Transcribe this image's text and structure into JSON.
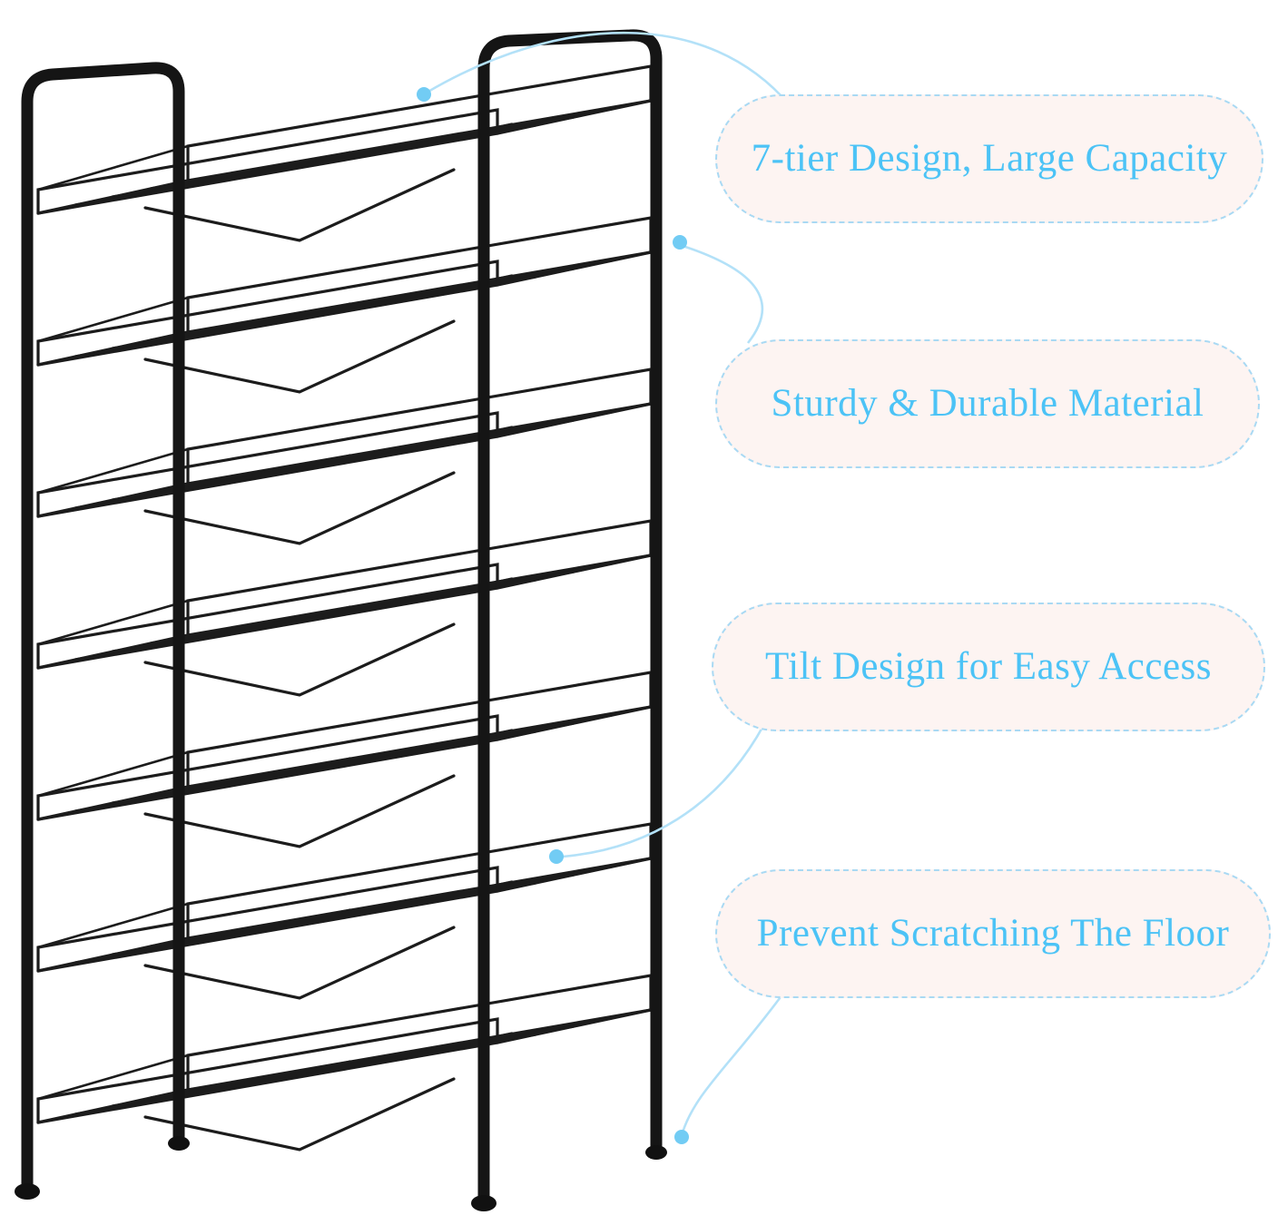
{
  "product": {
    "illustration": "7-tier black wire can storage rack",
    "tier_count": 7
  },
  "callouts": [
    {
      "label": "7-tier Design, Large Capacity"
    },
    {
      "label": "Sturdy & Durable Material"
    },
    {
      "label": "Tilt Design for Easy Access"
    },
    {
      "label": "Prevent Scratching The Floor"
    }
  ],
  "colors": {
    "callout_text": "#4cc3f6",
    "callout_border": "#a9d9f3",
    "callout_background": "#fdf4f2",
    "connector_line": "#b3e1f8",
    "connector_dot": "#72ccf4",
    "rack_metal": "#1b1b1b",
    "background": "#ffffff"
  }
}
